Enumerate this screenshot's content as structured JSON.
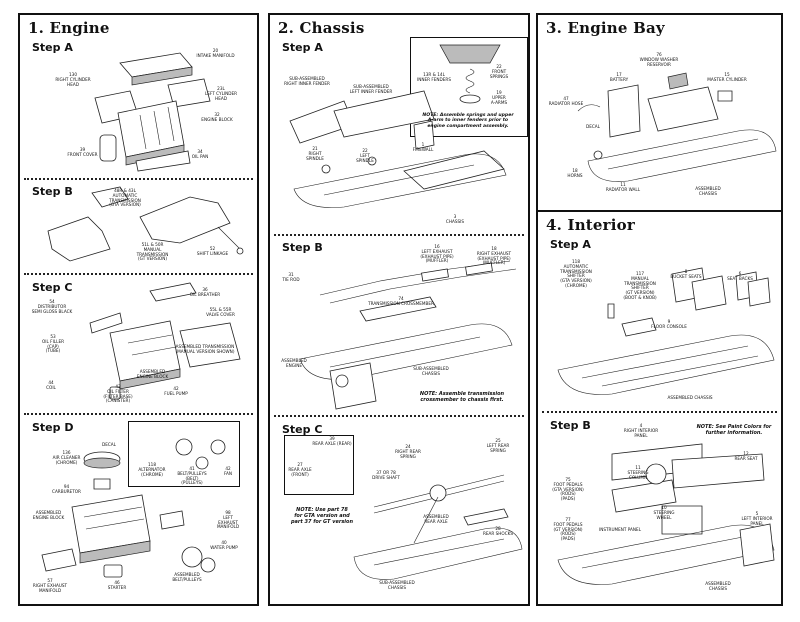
{
  "engine": {
    "title": "1. Engine",
    "stepA": {
      "title": "Step A",
      "labels": [
        "130\nRIGHT CYLINDER\nHEAD",
        "20\nINTAKE MANIFOLD",
        "23L\nLEFT CYLINDER\nHEAD",
        "32\nENGINE BLOCK",
        "39\nFRONT COVER",
        "34\nOIL PAN"
      ]
    },
    "stepB": {
      "title": "Step B",
      "labels": [
        "48R & 43L\nAUTOMATIC\nTRANSMISSION\n(GTA VERSION)",
        "51L & 50R\nMANUAL\nTRANSMISSION\n(GT VERSION)",
        "52\nSHIFT LINKAGE"
      ]
    },
    "stepC": {
      "title": "Step C",
      "labels": [
        "54\nDISTRIBUTOR\nSEMI GLOSS BLACK",
        "36\nOIL BREATHER",
        "55L & 55R\nVALVE COVER",
        "53\nOIL FILLER\n(Cap)\n(Tube)",
        "ASSEMBLED\nENGINE BLOCK",
        "ASSEMBLED TRANSMISSION\n(Manual version shown)",
        "44\nCOIL",
        "43\nOIL FILTER\n(Filter Base)\n(Canister)",
        "42\nFUEL PUMP"
      ]
    },
    "stepD": {
      "title": "Step D",
      "labels": [
        "DECAL",
        "136\nAIR CLEANER\n(Chrome)",
        "94\nCARBURETOR",
        "118\nALTERNATOR\n(Chrome)",
        "41\nBELT/PULLEYS\n(Belt)\n(Pulleys)",
        "42\nFAN",
        "ASSEMBLED\nENGINE BLOCK",
        "98\nLEFT\nEXHAUST\nMANIFOLD",
        "40\nWATER PUMP",
        "ASSEMBLED\nBELT/PULLEYS",
        "57\nRIGHT EXHAUST\nMANIFOLD",
        "46\nSTARTER"
      ]
    }
  },
  "chassis": {
    "title": "2. Chassis",
    "stepA": {
      "title": "Step A",
      "labels": [
        "SUB-ASSEMBLED\nRIGHT INNER FENDER",
        "SUB-ASSEMBLED\nLEFT INNER FENDER",
        "13R & 14L\nINNER FENDERS",
        "22\nFRONT\nSPRINGS",
        "19\nUPPER\nA-ARMS",
        "21\nRIGHT\nSPINDLE",
        "22\nLEFT\nSPINDLE",
        "1\nFIREWALL",
        "3\nCHASSIS"
      ],
      "note": "NOTE: Assemble springs and upper\nA-arm to inner fenders prior to\nengine compartment assembly."
    },
    "stepB": {
      "title": "Step B",
      "labels": [
        "16\nLEFT EXHAUST\n(Exhaust Pipe)\n(Muffler)",
        "18\nRIGHT EXHAUST\n(Exhaust Pipe)\n(Muffler)",
        "31\nTIE ROD",
        "74\nTRANSMISSION CROSSMEMBER",
        "ASSEMBLED\nENGINE",
        "SUB-ASSEMBLED\nCHASSIS"
      ],
      "note": "NOTE: Assemble transmission\ncrossmember to chassis first."
    },
    "stepC": {
      "title": "Step C",
      "labels": [
        "39\nREAR AXLE (REAR)",
        "27\nREAR AXLE\n(FRONT)",
        "24\nRIGHT REAR\nSPRING",
        "37 OR 78\nDRIVE SHAFT",
        "25\nLEFT REAR\nSPRING",
        "ASSEMBLED\nREAR AXLE",
        "28\nREAR SHOCKS",
        "SUB-ASSEMBLED\nCHASSIS"
      ],
      "note": "NOTE: Use part 78\nfor GTA version and\npart 37 for GT version"
    }
  },
  "bay": {
    "title": "3. Engine Bay",
    "labels": [
      "76\nWINDOW WASHER\nRESERVOIR",
      "17\nBATTERY",
      "15\nMASTER CYLINDER",
      "47\nRADIATOR HOSE",
      "DECAL",
      "18\nHORNS",
      "11\nRADIATOR WALL",
      "ASSEMBLED\nCHASSIS"
    ]
  },
  "interior": {
    "title": "4. Interior",
    "stepA": {
      "title": "Step A",
      "labels": [
        "117\nMANUAL\nTRANSMISSION\nSHIFTER\n(GT VERSION)\n(Boot & Knob)",
        "8\nBUCKET SEATS",
        "6\nSEAT BACKS",
        "118\nAUTOMATIC\nTRANSMISSION\nSHIFTER\n(GTA VERSION)\n(Chrome)",
        "9\nFLOOR CONSOLE",
        "ASSEMBLED CHASSIS"
      ]
    },
    "stepB": {
      "title": "Step B",
      "labels": [
        "4\nRIGHT INTERIOR\nPANEL",
        "12\nREAR SEAT",
        "11\nSTEERING\nCOLUMN",
        "75\nFOOT PEDALS\n(GTA VERSION)\n(Rods)\n(Pads)",
        "10\nSTEERING\nWHEEL",
        "77\nFOOT PEDALS\n(GT VERSION)\n(Rods)\n(Pads)",
        "INSTRUMENT PANEL",
        "5\nLEFT INTERIOR\nPANEL",
        "ASSEMBLED\nCHASSIS"
      ],
      "note": "NOTE: See Paint Colors for\nfurther information."
    }
  }
}
